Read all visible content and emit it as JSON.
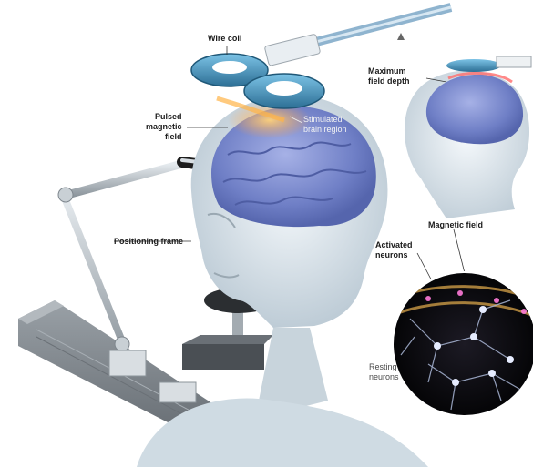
{
  "labels": {
    "wire_coil": "Wire coil",
    "maximum_field_depth": "Maximum\nfield depth",
    "pulsed_magnetic_field": "Pulsed\nmagnetic\nfield",
    "stimulated_brain_region": "Stimulated\nbrain region",
    "positioning_frame": "Positioning frame",
    "magnetic_field": "Magnetic field",
    "activated_neurons": "Activated\nneurons",
    "resting_neurons": "Resting\nneurons"
  },
  "colors": {
    "brain": "#6f7fc6",
    "coil": "#3f8fb8",
    "field_glow": "#ffb347",
    "head": "#dfe8ee",
    "metal": "#b8bec4",
    "beam": "#8a9096",
    "inset_bg": "#0b0b12"
  }
}
